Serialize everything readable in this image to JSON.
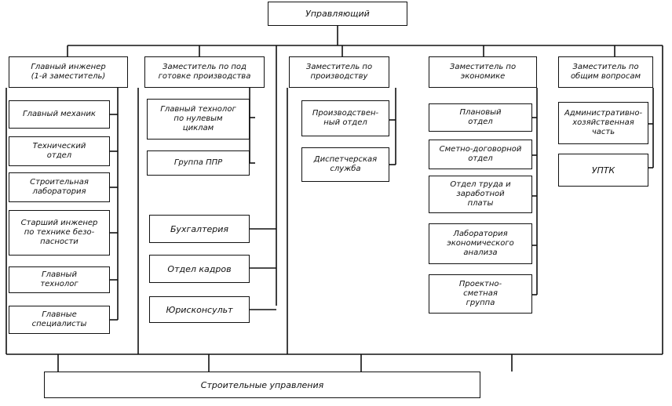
{
  "root": "Управляющий",
  "bottom": "Строительные управления",
  "col1": {
    "header": "Главный инженер\n(1-й заместитель)",
    "items": [
      "Главный механик",
      "Технический\nотдел",
      "Строительная\nлаборатория",
      "Старший инженер\nпо технике безо-\nпасности",
      "Главный\nтехнолог",
      "Главные\nспециалисты"
    ]
  },
  "col2": {
    "header": "Заместитель по под\nготовке производства",
    "items": [
      "Главный технолог\nпо нулевым\nциклам",
      "Группа ППР"
    ],
    "staff": [
      "Бухгалтерия",
      "Отдел кадров",
      "Юрисконсульт"
    ]
  },
  "col3": {
    "header": "Заместитель по\nпроизводству",
    "items": [
      "Производствен-\nный отдел",
      "Диспетчерская\nслужба"
    ]
  },
  "col4": {
    "header": "Заместитель по\nэкономике",
    "items": [
      "Плановый\nотдел",
      "Сметно-договорной\nотдел",
      "Отдел труда и\nзаработной\nплаты",
      "Лаборатория\nэкономического\nанализа",
      "Проектно-\nсметная\nгруппа"
    ]
  },
  "col5": {
    "header": "Заместитель по\nобщим вопросам",
    "items": [
      "Административно-\nхозяйственная\nчасть",
      "УПТК"
    ]
  }
}
